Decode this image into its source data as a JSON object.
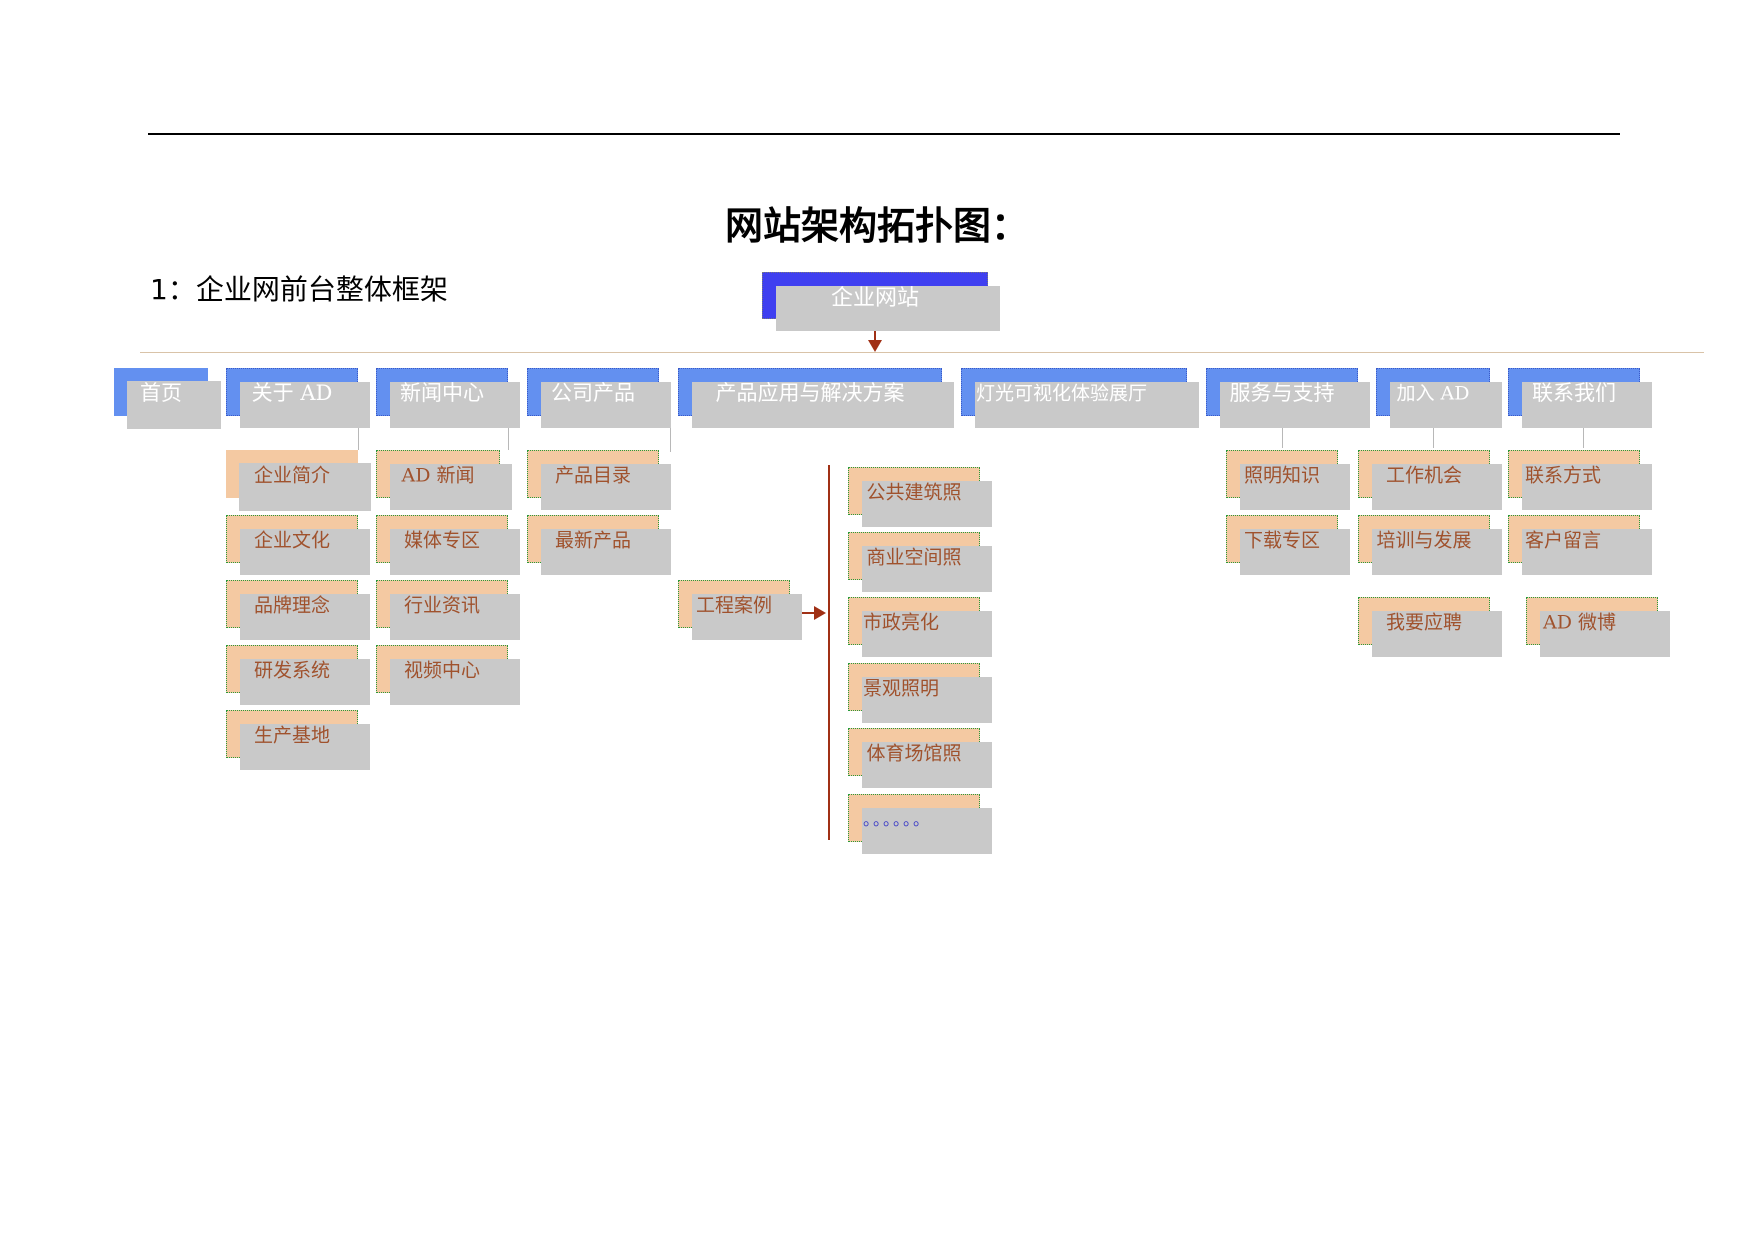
{
  "title": "网站架构拓扑图：",
  "subtitle": "1：企业网前台整体框架",
  "root": "企业网站",
  "categories": {
    "home": "首页",
    "about": "关于 AD",
    "news": "新闻中心",
    "products": "公司产品",
    "solutions": "产品应用与解决方案",
    "showroom": "灯光可视化体验展厅",
    "service": "服务与支持",
    "join": "加入 AD",
    "contact": "联系我们"
  },
  "about_items": [
    "企业简介",
    "企业文化",
    "品牌理念",
    "研发系统",
    "生产基地"
  ],
  "news_items": [
    "AD 新闻",
    "媒体专区",
    "行业资讯",
    "视频中心"
  ],
  "product_items": [
    "产品目录",
    "最新产品"
  ],
  "solutions_mid": "工程案例",
  "case_items": [
    "公共建筑照",
    "商业空间照",
    "市政亮化",
    "景观照明",
    "体育场馆照",
    "。。。。。。"
  ],
  "service_items": [
    "照明知识",
    "下载专区"
  ],
  "join_items": [
    "工作机会",
    "培训与发展",
    "我要应聘"
  ],
  "contact_items": [
    "联系方式",
    "客户留言",
    "AD 微博"
  ],
  "colors": {
    "root": "#3f3ff0",
    "category": "#6390f0",
    "subitem": "#f4c9a2",
    "subitem_text": "#a0522d",
    "connector": "#a03015"
  }
}
